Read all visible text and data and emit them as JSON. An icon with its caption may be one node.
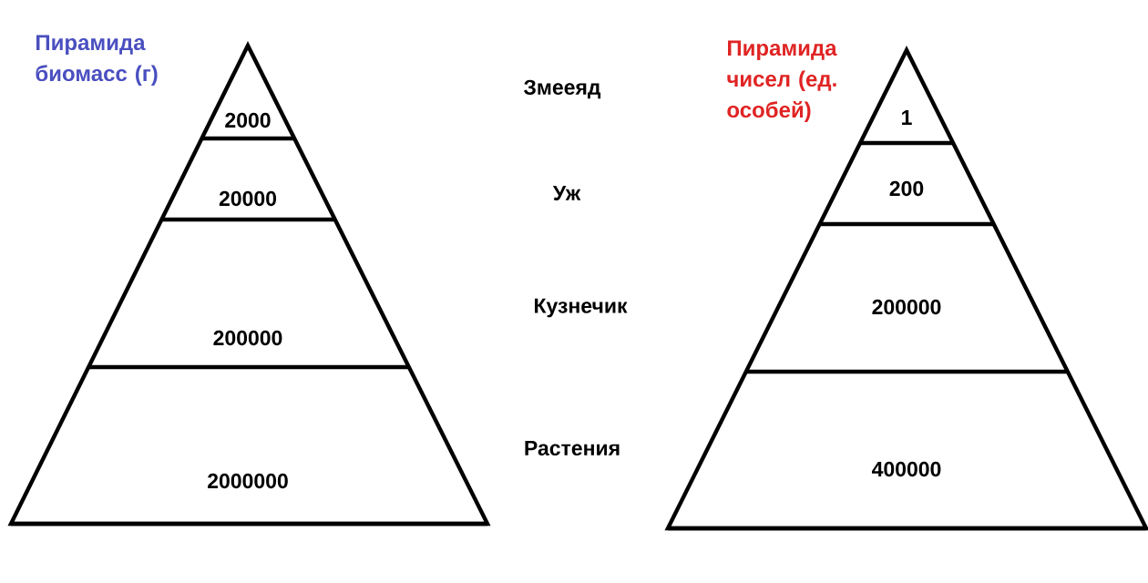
{
  "diagram": {
    "nodes": [
      {
        "text": [
          "Пирамида биомасс (г)"
        ]
      },
      {
        "text": [
          "2000"
        ],
        "in": 0
      },
      {
        "text": [
          "20000"
        ],
        "in": 0
      },
      {
        "text": [
          "200000"
        ],
        "in": 0
      },
      {
        "text": [
          "2000000"
        ],
        "in": 0
      },
      {
        "text": [
          "Пирамида чисел (ед. особей)"
        ]
      },
      {
        "text": [
          "1"
        ],
        "in": 5
      },
      {
        "text": [
          "200"
        ],
        "in": 5
      },
      {
        "text": [
          "200000"
        ],
        "in": 5
      },
      {
        "text": [
          "400000"
        ],
        "in": 5
      }
    ],
    "labels": [
      "Змееяд",
      "Уж",
      "Кузнечик",
      "Растения"
    ]
  }
}
